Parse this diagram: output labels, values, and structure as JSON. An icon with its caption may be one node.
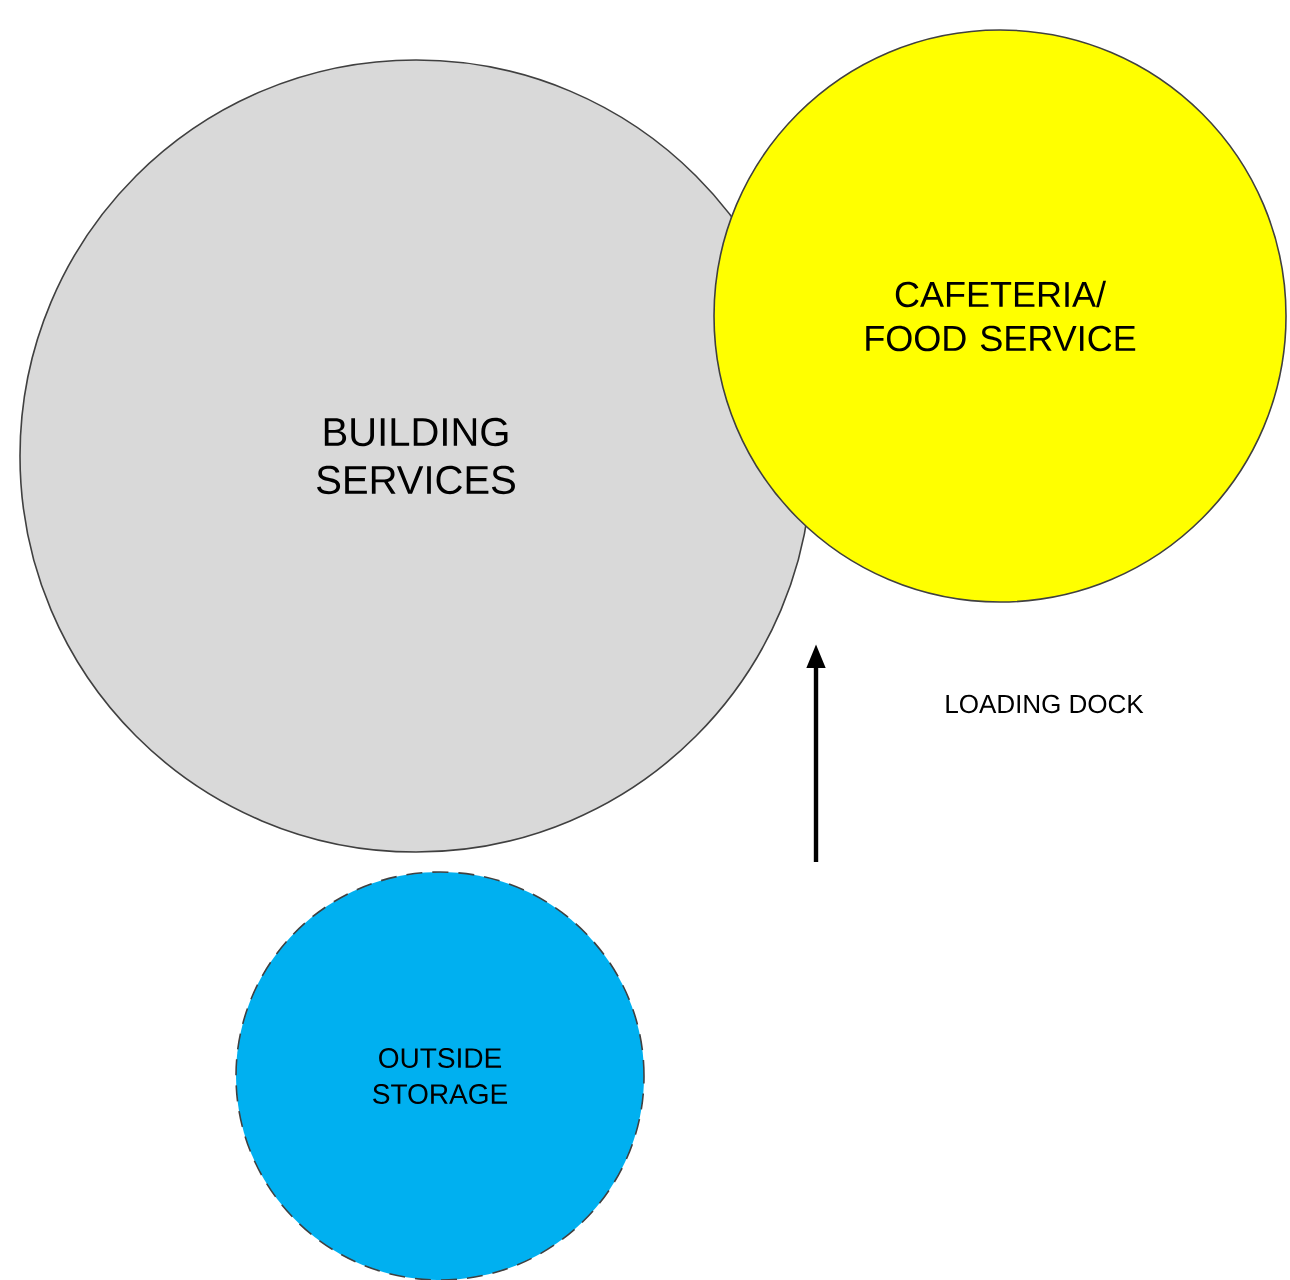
{
  "diagram": {
    "nodes": [
      {
        "text": [
          "BUILDING SERVICES"
        ]
      },
      {
        "text": [
          "CAFETERIA/ FOOD SERVICE"
        ]
      },
      {
        "text": [
          "OUTSIDE STORAGE"
        ]
      }
    ],
    "labels": [
      "LOADING DOCK"
    ]
  }
}
